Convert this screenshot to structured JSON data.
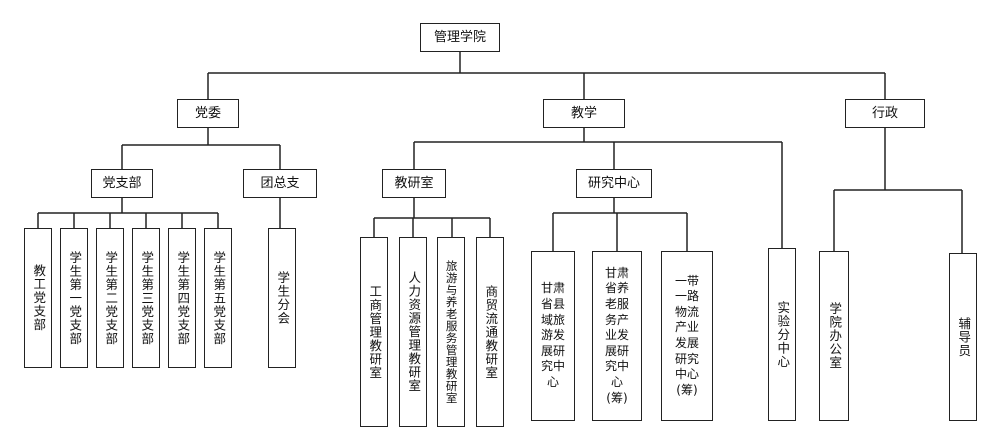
{
  "root": "管理学院",
  "level1": {
    "party": "党委",
    "teaching": "教学",
    "admin": "行政"
  },
  "party": {
    "branch": "党支部",
    "youth": "团总支",
    "branches": [
      "教工党支部",
      "学生第一党支部",
      "学生第二党支部",
      "学生第三党支部",
      "学生第四党支部",
      "学生第五党支部"
    ],
    "youth_unit": "学生分会"
  },
  "teaching": {
    "office": "教研室",
    "research": "研究中心",
    "offices": [
      "工商管理教研室",
      "人力资源管理教研室",
      "旅游与养老服务管理教研室",
      "商贸流通教研室"
    ],
    "centers": [
      [
        "甘肃",
        "省县",
        "域旅",
        "游发",
        "展研",
        "究中",
        "心"
      ],
      [
        "甘肃",
        "省养",
        "老服",
        "务产",
        "业发",
        "展研",
        "究中",
        "心",
        "(筹)"
      ],
      [
        "一带",
        "一路",
        "物流",
        "产业",
        "发展",
        "研究",
        "中心",
        "(筹)"
      ]
    ],
    "lab": "实验分中心"
  },
  "admin": {
    "office": "学院办公室",
    "counselor": "辅导员"
  }
}
